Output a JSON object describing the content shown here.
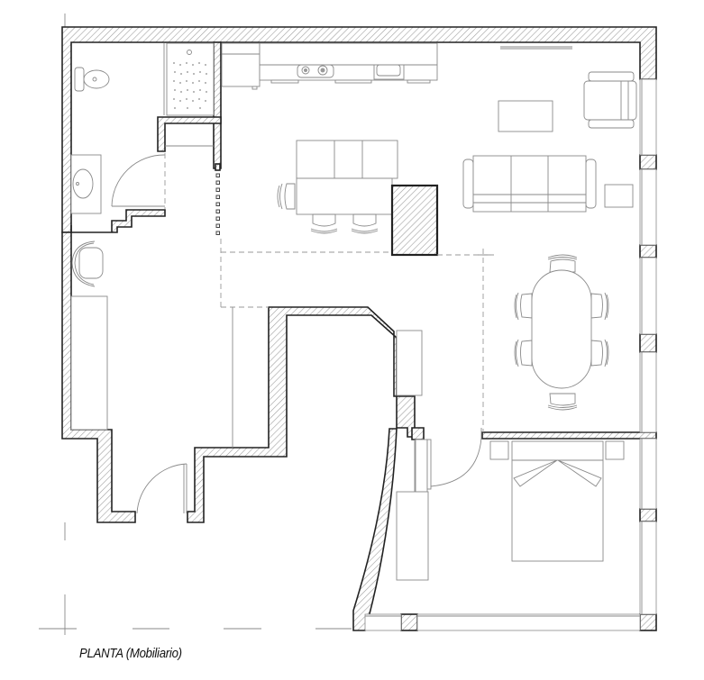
{
  "drawing": {
    "title": "PLANTA (Mobiliario)",
    "type": "architectural floor plan",
    "colors": {
      "wall_outline": "#222222",
      "hatch": "#9a9a9a",
      "furniture_line": "#8a8a8a",
      "background": "#ffffff"
    }
  },
  "rooms": [
    {
      "name": "bathroom",
      "furniture": [
        "toilet",
        "washbasin",
        "shower-tray"
      ]
    },
    {
      "name": "kitchen",
      "furniture": [
        "kitchen-counter",
        "hob",
        "sink",
        "fridge",
        "kitchen-island",
        "bar-stools"
      ]
    },
    {
      "name": "living-room",
      "furniture": [
        "three-seat-sofa",
        "armchair",
        "coffee-table",
        "side-table"
      ]
    },
    {
      "name": "dining-area",
      "furniture": [
        "oval-dining-table",
        "six-chairs"
      ]
    },
    {
      "name": "bedroom",
      "furniture": [
        "double-bed",
        "two-nightstands",
        "wardrobe"
      ]
    },
    {
      "name": "hall-study",
      "furniture": [
        "desk-chair",
        "desk",
        "entrance-door"
      ]
    }
  ]
}
